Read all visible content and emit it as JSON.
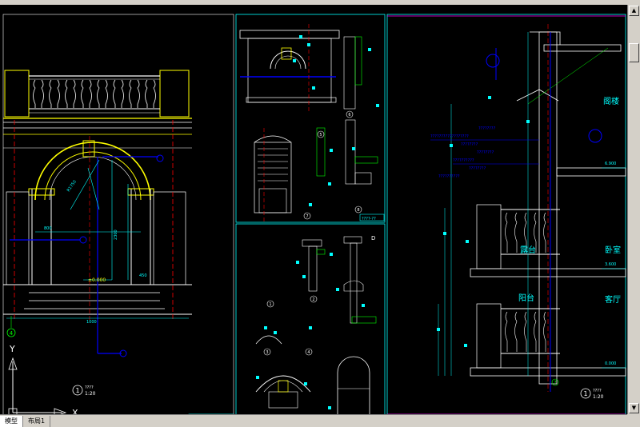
{
  "viewport": {
    "tabs": [
      "模型",
      "布局1"
    ],
    "active_tab": "模型"
  },
  "ucs": {
    "x_label": "X",
    "y_label": "Y"
  },
  "sheet1": {
    "grid_bubble": "4",
    "scale_number": "1",
    "scale_title": "????",
    "scale_ratio": "1:20",
    "elevation": "±0.000",
    "dims": [
      "800",
      "450",
      "2300",
      "R1750",
      "1000"
    ]
  },
  "sheet2": {
    "detail_marks": [
      "5",
      "6",
      "7",
      "8"
    ],
    "title_tag": "????-??"
  },
  "sheet3": {
    "detail_marks": [
      "1",
      "2",
      "3",
      "4"
    ],
    "title_tag": "????-??",
    "corner_mark": "D"
  },
  "sheet4": {
    "rooms": [
      "阁楼",
      "卧室",
      "客厅"
    ],
    "balconies": [
      "露台",
      "阳台"
    ],
    "levels": [
      "6.900",
      "3.600",
      "0.000"
    ],
    "scale_number": "1",
    "scale_title": "????",
    "scale_ratio": "1:20",
    "grid_bubble": "7",
    "notes": [
      "????????",
      "??????????????????",
      "????????",
      "????????",
      "??????????",
      "????????",
      "??????????"
    ]
  },
  "colors": {
    "background": "#000000",
    "frame": "#ffffff",
    "cyan": "#00ffff",
    "yellow": "#ffff00",
    "green": "#00ff00",
    "red": "#ff0000",
    "blue": "#0000ff",
    "magenta": "#ff00ff"
  }
}
